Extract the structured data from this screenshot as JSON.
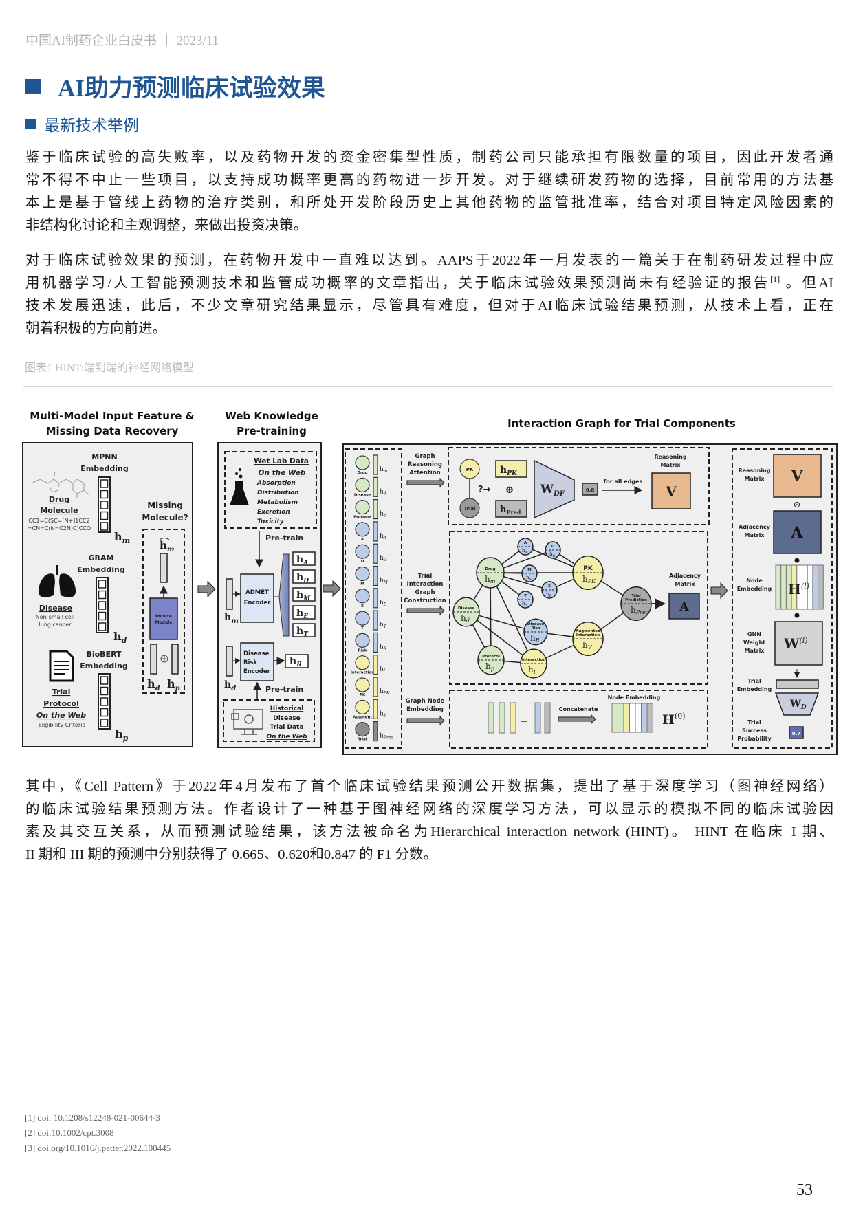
{
  "header": {
    "running_title": "中国AI制药企业白皮书 丨 2023/11"
  },
  "section_title": "AI助力预测临床试验效果",
  "subsection_title": "最新技术举例",
  "paragraph1": [
    "鉴于临床试验的高失败率，以及药物开发的资金密集型性质，制药公司只能承担有限数量的项目，因此开发者通",
    "常不得不中止一些项目，以支持成功概率更高的药物进一步开发。对于继续研发药物的选择，目前常用的方法基",
    "本上是基于管线上药物的治疗类别，和所处开发阶段历史上其他药物的监管批准率，结合对项目特定风险因素的",
    "非结构化讨论和主观调整，来做出投资决策。"
  ],
  "paragraph2": {
    "line1": "对于临床试验效果的预测，在药物开发中一直难以达到。AAPS于2022年一月发表的一篇关于在制药研发过程中应",
    "line2_pre": "用机器学习/人工智能预测技术和监管成功概率的文章指出，关于临床试验效果预测尚未有经验证的报告",
    "line2_ref": "[1]",
    "line2_post": " 。但AI",
    "line3": "技术发展迅速，此后，不少文章研究结果显示，尽管具有难度，但对于AI临床试验结果预测，从技术上看，正在",
    "line4": "朝着积极的方向前进。"
  },
  "figure": {
    "caption": "图表1 HINT:端到端的神经网络模型",
    "panel1": {
      "title1": "Multi-Model Input Feature &",
      "title2": "Missing Data Recovery",
      "mpnn": "MPNN",
      "embedding": "Embedding",
      "gram": "GRAM",
      "biobert": "BioBERT",
      "drug": "Drug",
      "molecule": "Molecule",
      "smiles1": "CC1=C(SC=[N+]1CC2",
      "smiles2": "=CN=C(N=C2N)C)CCO",
      "disease": "Disease",
      "disease_desc1": "Non-small cell",
      "disease_desc2": "lung cancer",
      "trial": "Trial",
      "protocol": "Protocol",
      "on_web": "On the Web",
      "eligibility": "Eligibility Criteria",
      "missing1": "Missing",
      "missing2": "Molecule?",
      "impute1": "Impute",
      "impute2": "Module",
      "h": "h",
      "m": "m",
      "d": "d",
      "p": "p"
    },
    "panel2": {
      "title1": "Web Knowledge",
      "title2": "Pre-training",
      "wetlab": "Wet Lab Data",
      "on_web": "On the Web",
      "admet": [
        "Absorption",
        "Distribution",
        "Metabolism",
        "Excretion",
        "Toxicity"
      ],
      "pretrain": "Pre-train",
      "admet_enc1": "ADMET",
      "admet_enc2": "Encoder",
      "risk_enc": [
        "Disease",
        "Risk",
        "Encoder"
      ],
      "outputs": [
        "A",
        "D",
        "M",
        "E",
        "T"
      ],
      "risk_out": "R",
      "historical": [
        "Historical",
        "Disease",
        "Trial Data",
        "On the Web"
      ]
    },
    "panel3": {
      "title": "Interaction Graph for Trial Components",
      "nodes": [
        {
          "label": "Drug",
          "sub": "m",
          "color": "#d7e8c6"
        },
        {
          "label": "Disease",
          "sub": "d",
          "color": "#d7e8c6"
        },
        {
          "label": "Protocol",
          "sub": "p",
          "color": "#d7e8c6"
        },
        {
          "label": "A",
          "sub": "A",
          "color": "#bccde9"
        },
        {
          "label": "D",
          "sub": "D",
          "color": "#bccde9"
        },
        {
          "label": "M",
          "sub": "M",
          "color": "#bccde9"
        },
        {
          "label": "E",
          "sub": "E",
          "color": "#bccde9"
        },
        {
          "label": "T",
          "sub": "T",
          "color": "#bccde9"
        },
        {
          "label": "Risk",
          "sub": "R",
          "color": "#bccde9"
        },
        {
          "label": "Interaction",
          "sub": "I",
          "color": "#f5eeaa"
        },
        {
          "label": "PK",
          "sub": "PK",
          "color": "#f5eeaa"
        },
        {
          "label": "Augment",
          "sub": "V",
          "color": "#f5eeaa"
        },
        {
          "label": "Trial",
          "sub": "Pred",
          "color": "#8c8c8c"
        }
      ],
      "step1": [
        "Graph",
        "Reasoning",
        "Attention"
      ],
      "step2": [
        "Trial",
        "Interaction",
        "Graph",
        "Construction"
      ],
      "step3": [
        "Graph Node",
        "Embedding"
      ],
      "pk": "PK",
      "trial": "Trial",
      "question": "?→",
      "oplus": "⊕",
      "wdf": "W",
      "wdf_sub": "DF",
      "score": "0.8",
      "for_all_edges": "for all edges",
      "reasoning_matrix": [
        "Reasoning",
        "Matrix"
      ],
      "v": "V",
      "adjacency_matrix": [
        "Adjacency",
        "Matrix"
      ],
      "a": "A",
      "graph_nodes": {
        "drug": "Drug",
        "disease": "Disease",
        "protocol": "Protocol",
        "interaction": "Interaction",
        "disease_risk": [
          "Disease",
          "Risk"
        ],
        "augmented": [
          "Augmented",
          "Interaction"
        ],
        "trial_prediction": [
          "Trial",
          "Prediction"
        ]
      },
      "concatenate": "Concatenate",
      "node_embedding": "Node Embedding",
      "ellipsis": "...",
      "H": "H",
      "H0_sup": "(0)"
    },
    "panel4": {
      "reasoning_matrix": [
        "Reasoning",
        "Matrix"
      ],
      "v": "V",
      "odot": "⊙",
      "adjacency_matrix": [
        "Adjacency",
        "Matrix"
      ],
      "a": "A",
      "node_embedding": [
        "Node",
        "Embedding"
      ],
      "H": "H",
      "l_sup": "(l)",
      "gnn_weight": [
        "GNN",
        "Weight",
        "Matrix"
      ],
      "W": "W",
      "trial_embedding": [
        "Trial",
        "Embedding"
      ],
      "wd": "W",
      "wd_sub": "D",
      "success": [
        "Trial",
        "Success",
        "Probability"
      ],
      "probability": "0.7"
    },
    "colors": {
      "green": "#d7e8c6",
      "blue": "#bccde9",
      "yellow": "#f5eeaa",
      "gray": "#8c8c8c",
      "v_matrix": "#e8b88e",
      "a_matrix": "#5d6b8f",
      "impute": "#7c83c9"
    }
  },
  "paragraph3": [
    "其中，《Cell Pattern》于2022年4月发布了首个临床试验结果预测公开数据集，提出了基于深度学习（图神经网络）",
    "的临床试验结果预测方法。作者设计了一种基于图神经网络的深度学习方法，可以显示的模拟不同的临床试验因",
    "素及其交互关系，从而预测试验结果，该方法被命名为Hierarchical interaction network (HINT)。 HINT 在临床 I 期、",
    "II 期和 III 期的预测中分别获得了 0.665、0.620和0.847 的 F1 分数。"
  ],
  "footnotes": [
    "[1] doi: 10.1208/s12248-021-00644-3",
    "[2] doi:10.1002/cpt.3008"
  ],
  "footnote3": {
    "num": "[3] ",
    "link": "doi.org/10.1016/j.patter.2022.100445"
  },
  "page_number": "53"
}
